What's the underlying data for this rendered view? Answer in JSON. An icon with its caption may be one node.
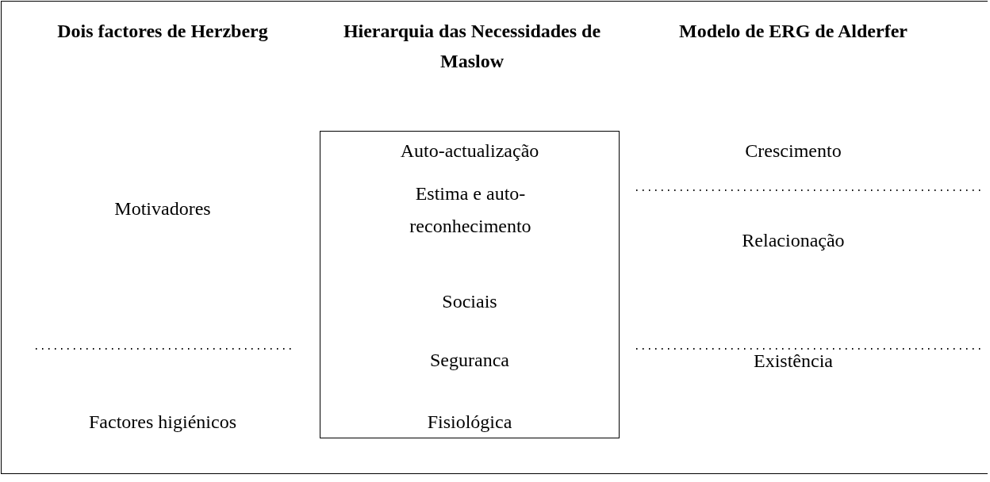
{
  "diagram": {
    "nodes": [
      {
        "text": [
          "Auto-actualização",
          "Estima e auto-reconhecimento",
          "Sociais",
          "Seguranca",
          "Fisiológica"
        ]
      }
    ],
    "labels": [
      "Dois factores de Herzberg",
      "Hierarquia das Necessidades de Maslow",
      "Modelo de ERG de Alderfer",
      "Crescimento",
      "Motivadores",
      "Relacionação",
      "Existência",
      "Factores higiénicos"
    ]
  }
}
